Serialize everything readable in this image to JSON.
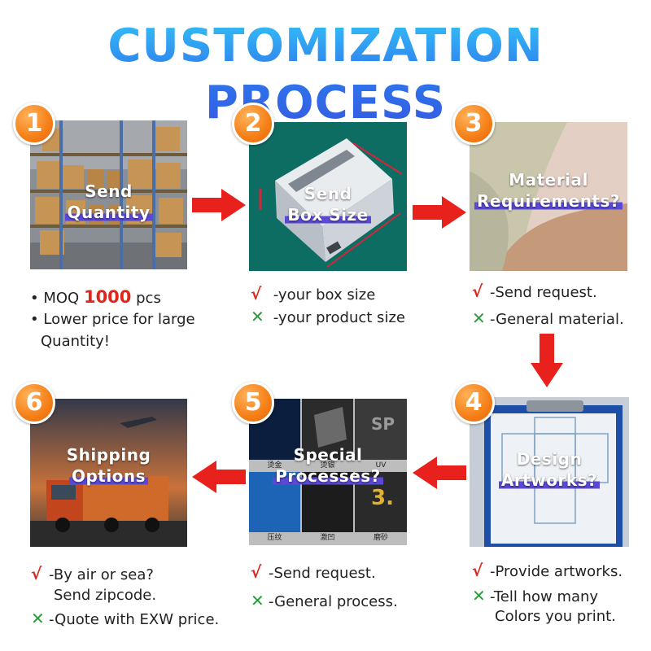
{
  "title": "CUSTOMIZATION PROCESS",
  "steps": [
    {
      "number": "1",
      "caption": [
        "Send",
        "Quantity"
      ],
      "notes": {
        "moq_prefix": "MOQ ",
        "moq_value": "1000",
        "moq_suffix": " pcs",
        "line2": "Lower price for large",
        "line3": "Quantity!"
      }
    },
    {
      "number": "2",
      "caption": [
        "Send",
        "Box Size"
      ],
      "notes": {
        "check": "-your box size",
        "cross": "-your product size"
      }
    },
    {
      "number": "3",
      "caption": [
        "Material",
        "Requirements?"
      ],
      "notes": {
        "check": "-Send request.",
        "cross": "-General material."
      }
    },
    {
      "number": "4",
      "caption": [
        "Design",
        "Artworks?"
      ],
      "notes": {
        "check": "-Provide artworks.",
        "cross": "-Tell how many",
        "cross_cont": "Colors you print."
      }
    },
    {
      "number": "5",
      "caption": [
        "Special",
        "Processes?"
      ],
      "tiles": [
        "烫金",
        "烫银",
        "UV",
        "压纹",
        "激凹",
        "磨砂"
      ],
      "notes": {
        "check": "-Send request.",
        "cross": "-General process."
      }
    },
    {
      "number": "6",
      "caption": [
        "Shipping",
        "Options"
      ],
      "notes": {
        "check": "-By air or sea?",
        "check_cont": "Send zipcode.",
        "cross": "-Quote with EXW price."
      }
    }
  ],
  "symbols": {
    "check": "√",
    "cross": "✕",
    "bullet": "•"
  },
  "colors": {
    "title_blue": "#2f6ee8",
    "badge_orange": "#f57f17",
    "arrow_red": "#e8211c",
    "check_red": "#e0261b",
    "cross_green": "#2a9d3a"
  }
}
